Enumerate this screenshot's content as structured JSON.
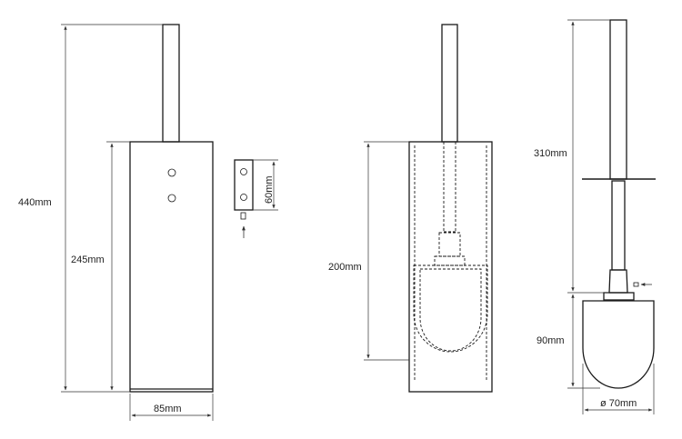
{
  "colors": {
    "line": "#1a1a1a",
    "dim": "#333333",
    "background": "#ffffff"
  },
  "labels": {
    "total_height": "440mm",
    "holder_height": "245mm",
    "holder_width": "85mm",
    "bracket_height": "60mm",
    "inner_height": "200mm",
    "handle_length": "310mm",
    "brush_height": "90mm",
    "brush_diameter": "ø 70mm"
  }
}
